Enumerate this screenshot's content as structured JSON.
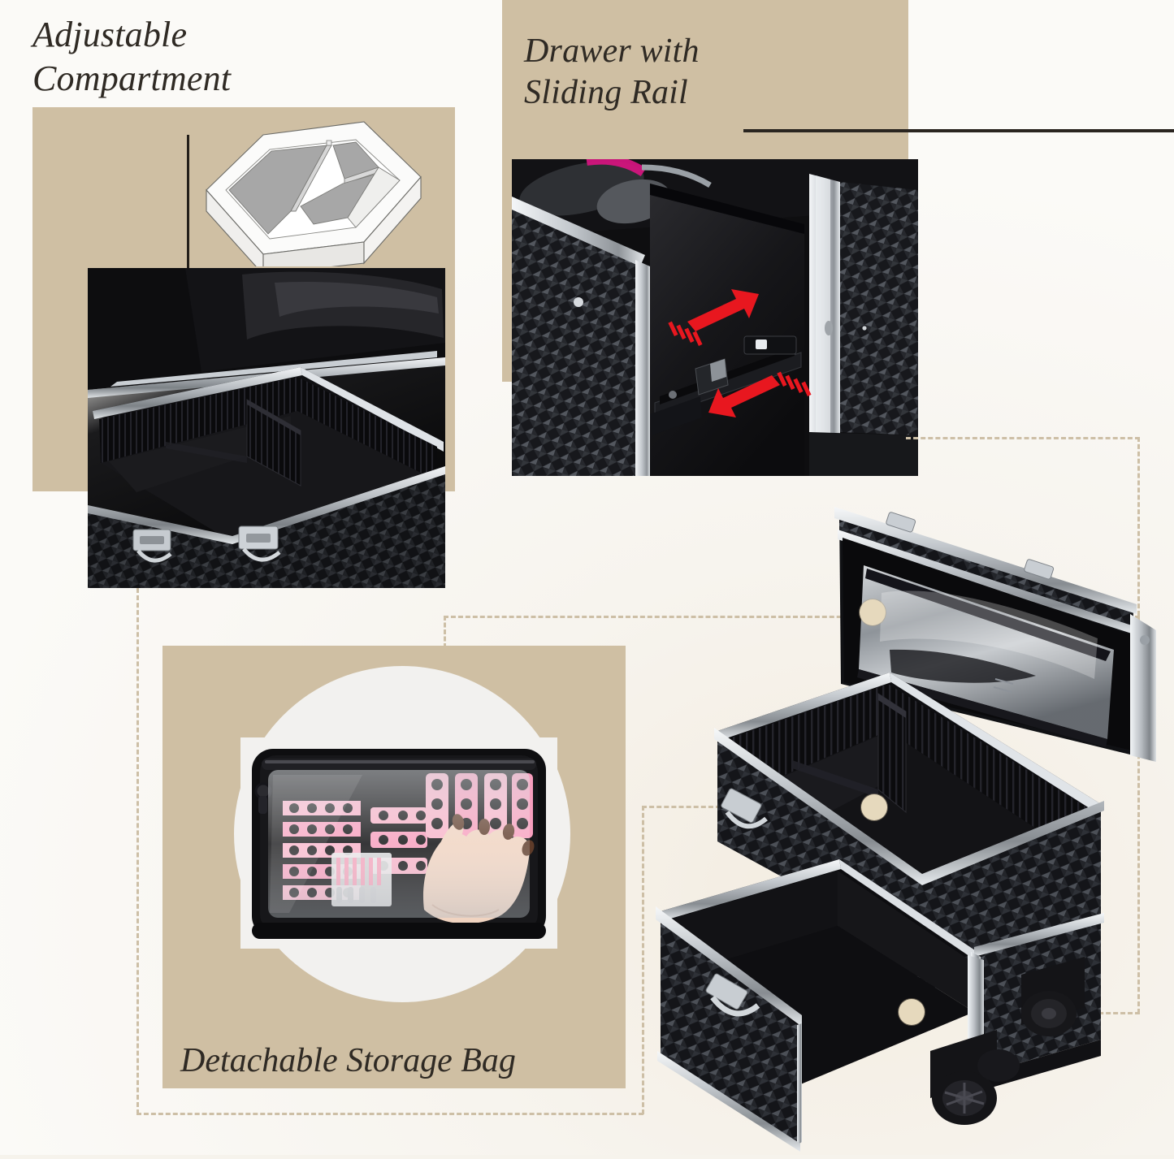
{
  "page": {
    "title": "Rolling Makeup Train Case Feature Infographic",
    "background_color": "#f7f4ee",
    "accent_panel_color": "#cfbfa3",
    "text_color": "#2f2a24",
    "connector_color": "#cdbfa6",
    "callout_dot_color": "#e6d9bd",
    "arrow_color": "#e8171f"
  },
  "features": [
    {
      "id": "adjustable-compartment",
      "heading": "Adjustable\nCompartment",
      "illustration": "tray-with-dividers-3d-line-drawing",
      "photo_alt": "open black aluminum case interior with removable padded divider"
    },
    {
      "id": "drawer-sliding-rail",
      "heading": "Drawer with\nSliding Rail",
      "photo_alt": "close up of drawer metal ball-bearing slide rail",
      "arrows": [
        {
          "name": "arrow-pull-out",
          "direction": "up-right"
        },
        {
          "name": "arrow-push-in",
          "direction": "down-left"
        }
      ]
    },
    {
      "id": "detachable-storage-bag",
      "caption": "Detachable Storage Bag",
      "photo_alt": "clear zippered pouch holding pink toe separators, practice hand and nail tips"
    }
  ],
  "hero": {
    "name": "rolling-makeup-train-case",
    "alt": "black diamond textured aluminum rolling makeup train case, lid open showing clear zip pocket, divided top compartment and pull-out bottom drawer on spinner wheels",
    "callouts": [
      {
        "name": "callout-lid-pocket"
      },
      {
        "name": "callout-adjustable-divider"
      },
      {
        "name": "callout-drawer-wheels"
      }
    ]
  }
}
